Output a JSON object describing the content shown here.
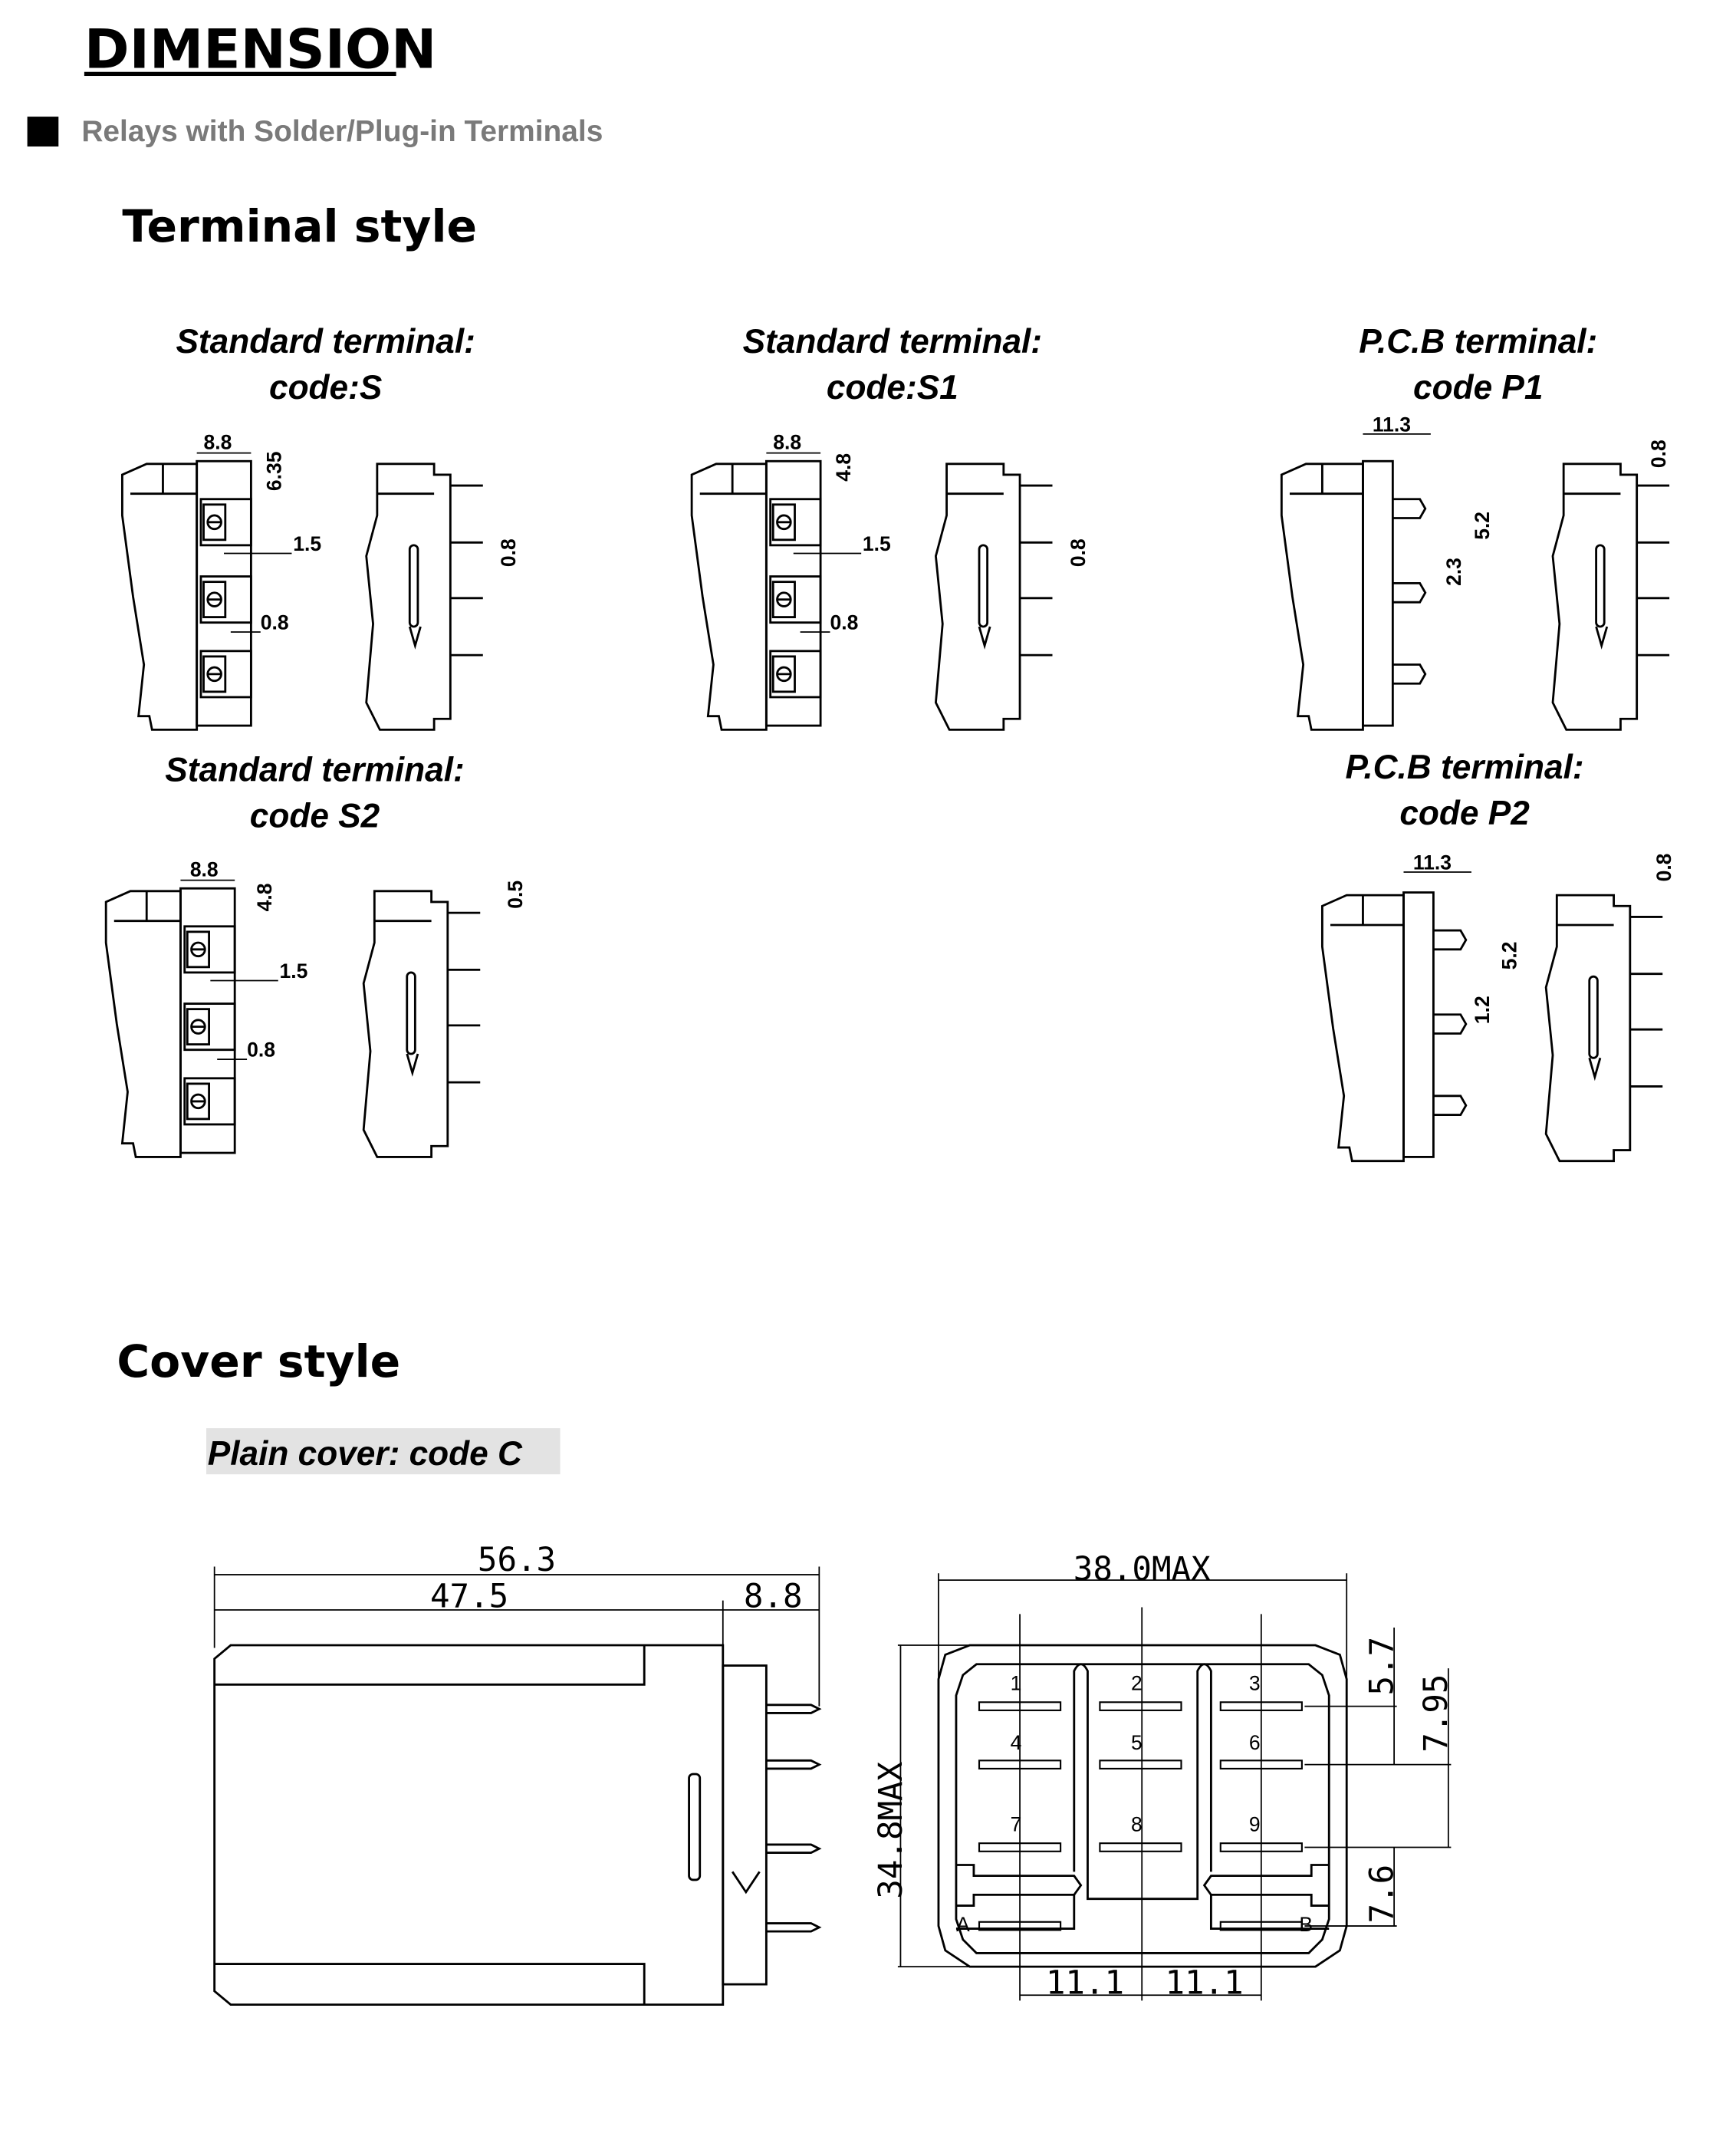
{
  "header": {
    "title": "DIMENSION",
    "subtitle": "Relays with Solder/Plug-in Terminals"
  },
  "terminal_section": {
    "title": "Terminal style",
    "variants": [
      {
        "line1": "Standard terminal:",
        "line2": "code:S",
        "dims": [
          "8.8",
          "6.35",
          "1.5",
          "0.8",
          "0.8"
        ]
      },
      {
        "line1": "Standard terminal:",
        "line2": "code:S1",
        "dims": [
          "8.8",
          "4.8",
          "1.5",
          "0.8",
          "0.8"
        ]
      },
      {
        "line1": "P.C.B  terminal:",
        "line2": "code P1",
        "dims": [
          "11.3",
          "5.2",
          "2.3",
          "0.8"
        ]
      },
      {
        "line1": "Standard terminal:",
        "line2": "code S2",
        "dims": [
          "8.8",
          "4.8",
          "1.5",
          "0.8",
          "0.5"
        ]
      },
      {
        "line1": "P.C.B  terminal:",
        "line2": "code P2",
        "dims": [
          "11.3",
          "5.2",
          "1.2",
          "0.8"
        ]
      }
    ]
  },
  "cover_section": {
    "title": "Cover style",
    "caption": "Plain cover: code C",
    "side_view": {
      "overall": "56.3",
      "body": "47.5",
      "terminal": "8.8"
    },
    "bottom_view": {
      "width": "38.0MAX",
      "height": "34.8MAX",
      "pitch_top": "5.7",
      "pitch_mid": "7.95",
      "pitch_bottom": "7.6",
      "col_pitch_left": "11.1",
      "col_pitch_right": "11.1",
      "pins": [
        "1",
        "2",
        "3",
        "4",
        "5",
        "6",
        "7",
        "8",
        "9",
        "A",
        "B"
      ]
    }
  }
}
